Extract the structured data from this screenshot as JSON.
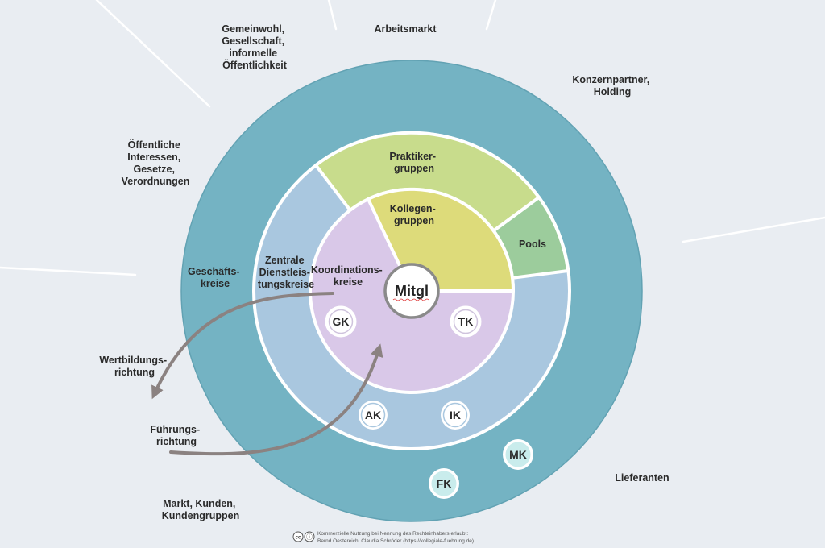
{
  "outer_labels": {
    "gemeinwohl": [
      "Gemeinwohl,",
      "Gesellschaft,",
      "informelle",
      "Öffentlichkeit"
    ],
    "arbeitsmarkt": [
      "Arbeitsmarkt"
    ],
    "konzern": [
      "Konzernpartner,",
      "Holding"
    ],
    "oeffentlich": [
      "Öffentliche",
      "Interessen,",
      "Gesetze,",
      "Verordnungen"
    ],
    "lieferanten": [
      "Lieferanten"
    ],
    "markt": [
      "Markt, Kunden,",
      "Kundengruppen"
    ]
  },
  "ring_labels": {
    "geschaeftskreise": [
      "Geschäfts-",
      "kreise"
    ],
    "zentrale": [
      "Zentrale",
      "Dienstleis-",
      "tungskreise"
    ],
    "koordination": [
      "Koordinations-",
      "kreise"
    ],
    "praktiker": [
      "Praktiker-",
      "gruppen"
    ],
    "kollegen": [
      "Kollegen-",
      "gruppen"
    ],
    "pools": [
      "Pools"
    ]
  },
  "center": {
    "label": "Mitgl"
  },
  "badges": {
    "gk": "GK",
    "tk": "TK",
    "ak": "AK",
    "ik": "IK",
    "mk": "MK",
    "fk": "FK"
  },
  "arrows": {
    "wertbildung": [
      "Wertbildungs-",
      "richtung"
    ],
    "fuehrung": [
      "Führungs-",
      "richtung"
    ]
  },
  "footer": {
    "license_icons": [
      "cc",
      "ⓘ"
    ],
    "line1": "Kommerzielle Nutzung bei Nennung des Rechteinhabers erlaubt:",
    "line2": "Bernd Oestereich, Claudia Schröder (https://kollegiale-fuehrung.de)"
  },
  "colors": {
    "background": "#e9edf2",
    "outer_ring": "#74b3c3",
    "middle_ring": "#a9c7df",
    "praktiker": "#c8dc8c",
    "pools": "#9ccc9c",
    "koordination": "#d9c8e8",
    "kollegen": "#dddb7a",
    "center_ring": "#8a8a8a",
    "arrow": "#8b8281",
    "badge_inner": "#ffffff",
    "badge_outer": "#c9ecec",
    "rays": "#ffffff"
  }
}
